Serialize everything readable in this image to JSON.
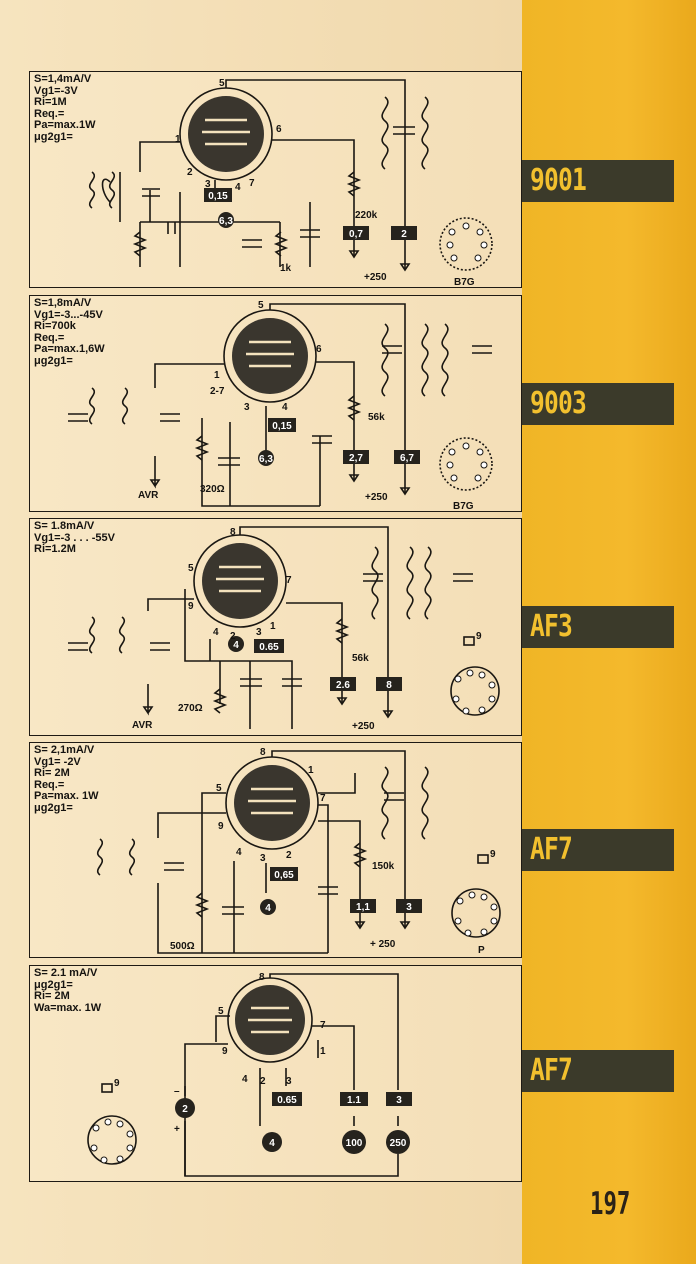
{
  "page_number": "197",
  "tubes": [
    {
      "tab": "9001",
      "specs": [
        "S=1,4mA/V",
        "Vg1=-3V",
        "Ri=1M",
        "Req.=",
        "Pa=max.1W",
        "μg2g1="
      ],
      "pins": {
        "p5": "5",
        "p1": "1",
        "p6": "6",
        "p2": "2",
        "p3": "3",
        "p4": "4",
        "p7": "7"
      },
      "values": {
        "heater_v": "6,3",
        "heater_a": "0,15",
        "resistor": "220k",
        "cathode_r": "1k",
        "box_a": "0,7",
        "box_b": "2",
        "supply": "+250",
        "socket": "B7G"
      }
    },
    {
      "tab": "9003",
      "specs": [
        "S=1,8mA/V",
        "Vg1=-3...-45V",
        "Ri=700k",
        "Req.=",
        "Pa=max.1,6W",
        "μg2g1="
      ],
      "pins": {
        "p5": "5",
        "p1": "1",
        "p6": "6",
        "p27": "2-7",
        "p3": "3",
        "p4": "4"
      },
      "values": {
        "heater_v": "6,3",
        "heater_a": "0,15",
        "resistor": "56k",
        "cathode_r": "320Ω",
        "box_a": "2,7",
        "box_b": "6,7",
        "supply": "+250",
        "socket": "B7G",
        "avr": "AVR"
      }
    },
    {
      "tab": "AF3",
      "specs": [
        "S= 1.8mA/V",
        "Vg1=-3 . . . -55V",
        "Ri=1.2M"
      ],
      "pins": {
        "p8": "8",
        "p5": "5",
        "p7": "7",
        "p9": "9",
        "p4": "4",
        "p2": "2",
        "p3": "3",
        "p1": "1"
      },
      "values": {
        "heater_v": "4",
        "heater_a": "0.65",
        "resistor": "56k",
        "cathode_r": "270Ω",
        "box_a": "2.6",
        "box_b": "8",
        "supply": "+250",
        "avr": "AVR",
        "socket_top": "9"
      }
    },
    {
      "tab": "AF7",
      "specs": [
        "S= 2,1mA/V",
        "Vg1= -2V",
        "Ri= 2M",
        "Req.=",
        "Pa=max. 1W",
        "μg2g1="
      ],
      "pins": {
        "p8": "8",
        "p1": "1",
        "p5": "5",
        "p7": "7",
        "p9": "9",
        "p4": "4",
        "p3": "3",
        "p2": "2"
      },
      "values": {
        "heater_v": "4",
        "heater_a": "0,65",
        "resistor": "150k",
        "cathode_r": "500Ω",
        "box_a": "1,1",
        "box_b": "3",
        "supply": "+ 250",
        "socket": "P",
        "socket_top": "9"
      }
    },
    {
      "tab": "AF7",
      "specs": [
        "S= 2.1 mA/V",
        "μg2g1=",
        "Ri= 2M",
        "Wa=max. 1W"
      ],
      "pins": {
        "p8": "8",
        "p5": "5",
        "p7": "7",
        "p9": "9",
        "p4": "4",
        "p2": "2",
        "p3": "3",
        "p1": "1"
      },
      "values": {
        "heater_v": "4",
        "heater_a": "0.65",
        "bias": "2",
        "box_a": "1.1",
        "box_b": "3",
        "meter_a": "100",
        "meter_b": "250",
        "minus": "–",
        "plus": "+",
        "socket_top": "9"
      }
    }
  ]
}
